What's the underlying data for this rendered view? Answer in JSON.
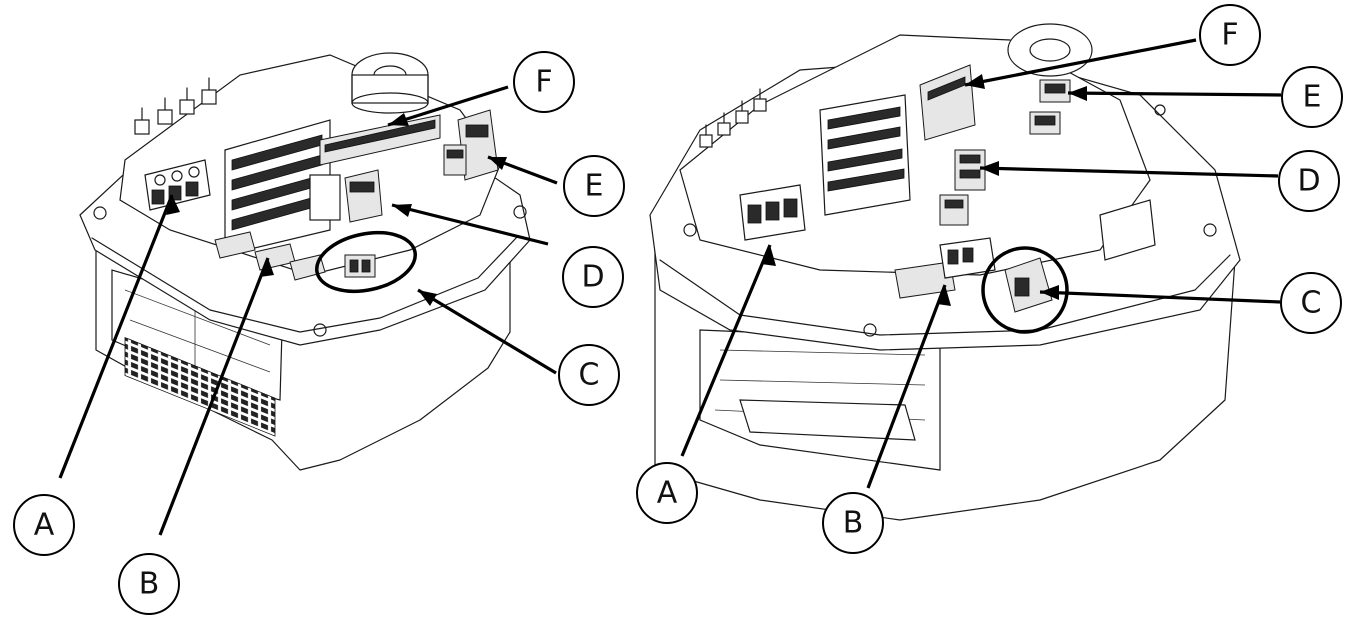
{
  "colors": {
    "ink": "#111111",
    "paper": "#ffffff"
  },
  "figures": [
    {
      "id": "left",
      "callouts": [
        {
          "key": "A",
          "label": "A"
        },
        {
          "key": "B",
          "label": "B"
        },
        {
          "key": "C",
          "label": "C"
        },
        {
          "key": "D",
          "label": "D"
        },
        {
          "key": "E",
          "label": "E"
        },
        {
          "key": "F",
          "label": "F"
        }
      ]
    },
    {
      "id": "right",
      "callouts": [
        {
          "key": "A",
          "label": "A"
        },
        {
          "key": "B",
          "label": "B"
        },
        {
          "key": "C",
          "label": "C"
        },
        {
          "key": "D",
          "label": "D"
        },
        {
          "key": "E",
          "label": "E"
        },
        {
          "key": "F",
          "label": "F"
        }
      ]
    }
  ]
}
